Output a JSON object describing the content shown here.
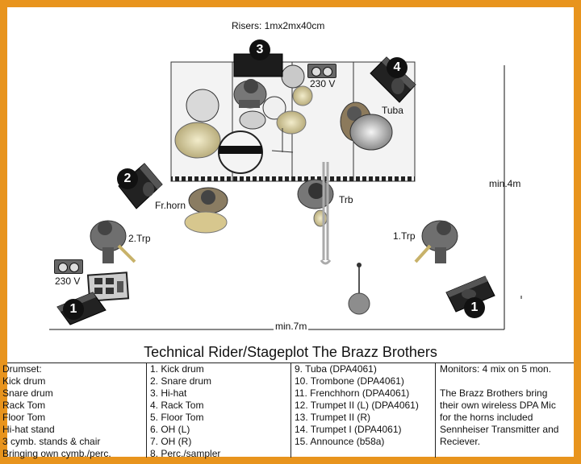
{
  "risers_label": "Risers: 1mx2mx40cm",
  "power_right": "230 V",
  "power_left": "230 V",
  "dim_depth": "min.4m",
  "dim_width": "min.7m",
  "monitors": [
    "1",
    "1",
    "2",
    "3",
    "4"
  ],
  "musicians": {
    "tuba": "Tuba",
    "trombone": "Trb",
    "frenchhorn": "Fr.horn",
    "trumpet2": "2.Trp",
    "trumpet1": "1.Trp"
  },
  "title": "Technical Rider/Stageplot The Brazz Brothers",
  "table": {
    "col1": [
      "Drumset:",
      "Kick drum",
      "Snare drum",
      "Rack Tom",
      "Floor Tom",
      "Hi-hat stand",
      "3 cymb. stands & chair",
      "Bringing own cymb./perc."
    ],
    "col2": [
      "1.   Kick drum",
      "2.   Snare drum",
      "3.   Hi-hat",
      "4.   Rack Tom",
      "5.   Floor Tom",
      "6.   OH (L)",
      "7.   OH (R)",
      "8.   Perc./sampler"
    ],
    "col3": [
      "9.    Tuba (DPA4061)",
      "10. Trombone (DPA4061)",
      "11. Frenchhorn (DPA4061)",
      "12. Trumpet II (L) (DPA4061)",
      "13. Trumpet II (R)",
      "14. Trumpet I (DPA4061)",
      "15. Announce (b58a)"
    ],
    "col4": [
      "Monitors: 4 mix on 5 mon.",
      "",
      "The Brazz Brothers bring",
      "their own wireless DPA Mic",
      "for the horns included",
      "Sennheiser Transmitter and",
      "Reciever."
    ]
  },
  "colors": {
    "border": "#e8941d",
    "background": "#ffffff",
    "ink": "#111111",
    "brass": "#d8cfa0"
  }
}
